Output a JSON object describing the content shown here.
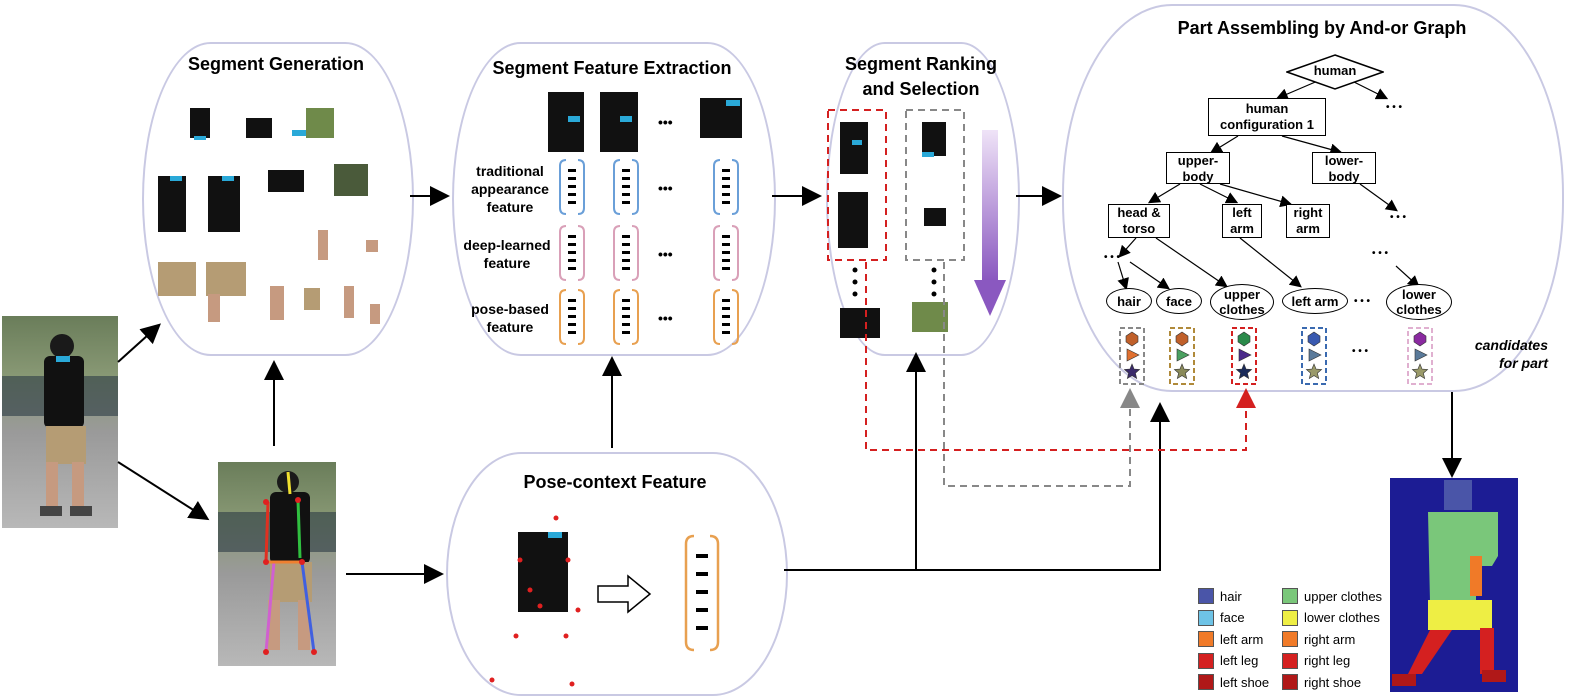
{
  "panels": {
    "segment_generation": "Segment Generation",
    "segment_feature_extraction": "Segment Feature Extraction",
    "segment_ranking": [
      "Segment Ranking",
      "and Selection"
    ],
    "part_assembling": "Part Assembling by And-or Graph",
    "pose_context": "Pose-context Feature"
  },
  "features": {
    "traditional": [
      "traditional",
      "appearance",
      "feature"
    ],
    "deep": [
      "deep-learned",
      "feature"
    ],
    "pose": [
      "pose-based",
      "feature"
    ],
    "dots": "•••"
  },
  "graph": {
    "root": "human",
    "config": [
      "human",
      "configuration 1"
    ],
    "upper_body": [
      "upper-",
      "body"
    ],
    "lower_body": [
      "lower-",
      "body"
    ],
    "head_torso": [
      "head &",
      "torso"
    ],
    "left_arm_node": [
      "left",
      "arm"
    ],
    "right_arm_node": [
      "right",
      "arm"
    ],
    "leaf_hair": "hair",
    "leaf_face": "face",
    "leaf_upper": [
      "upper",
      "clothes"
    ],
    "leaf_left_arm": "left arm",
    "leaf_lower": [
      "lower",
      "clothes"
    ],
    "candidates": [
      "candidates",
      "for part"
    ],
    "ellipsis": "• • •"
  },
  "legend": [
    {
      "label": "hair",
      "color": "#4a55a8"
    },
    {
      "label": "upper clothes",
      "color": "#7ac77a"
    },
    {
      "label": "face",
      "color": "#6ec3e6"
    },
    {
      "label": "lower clothes",
      "color": "#eeee44"
    },
    {
      "label": "left arm",
      "color": "#f07a28"
    },
    {
      "label": "right arm",
      "color": "#f07a28"
    },
    {
      "label": "left leg",
      "color": "#d42020"
    },
    {
      "label": "right leg",
      "color": "#d42020"
    },
    {
      "label": "left shoe",
      "color": "#b01818"
    },
    {
      "label": "right shoe",
      "color": "#b01818"
    }
  ],
  "colors": {
    "panel_border": "#c9c9e3",
    "blue_bracket": "#6a9fd8",
    "pink_bracket": "#d9a0b8",
    "orange_bracket": "#e8a050",
    "red_dash": "#d42020",
    "gray_dash": "#888888",
    "purple_arrow": "#9b6fc4"
  }
}
